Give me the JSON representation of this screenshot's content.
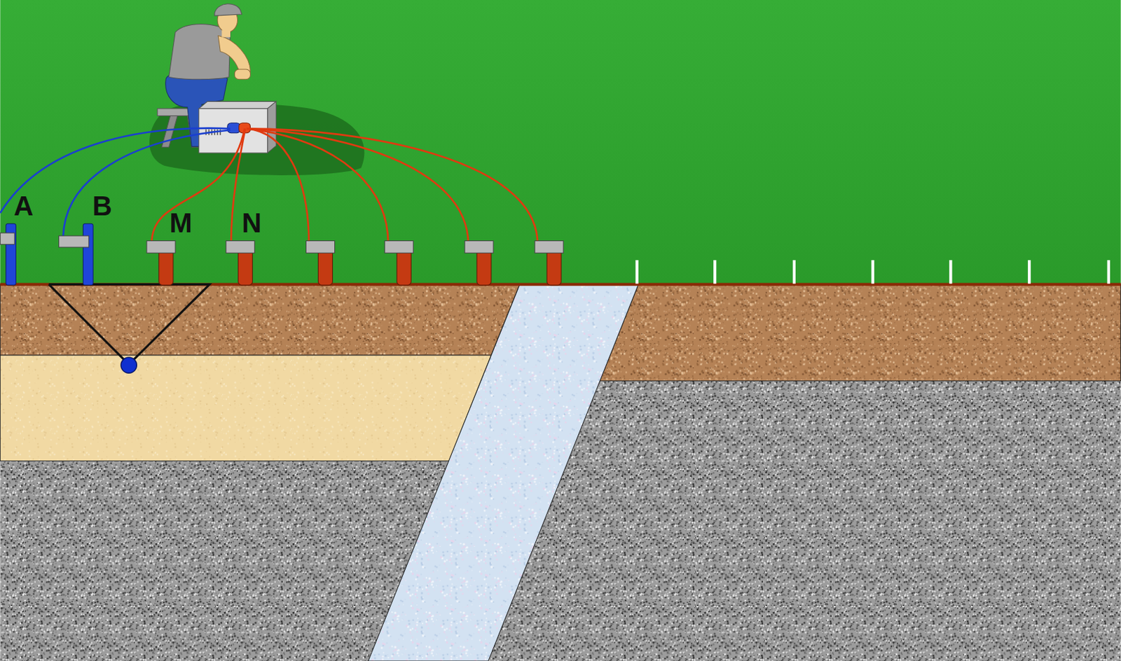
{
  "diagram": {
    "labels": [
      "A",
      "B",
      "M",
      "N"
    ]
  }
}
